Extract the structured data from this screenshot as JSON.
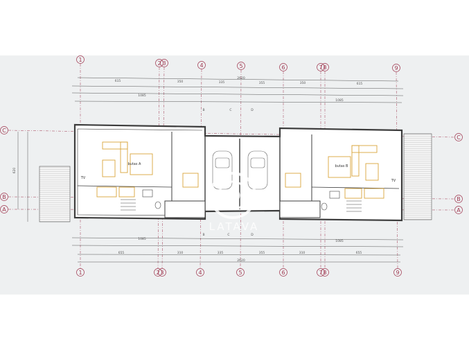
{
  "axes": {
    "vertical": [
      "1",
      "2",
      "3",
      "4",
      "5",
      "6",
      "7",
      "8",
      "9"
    ],
    "horizontal": [
      "C",
      "B",
      "A"
    ]
  },
  "dimensions": {
    "top_segments": [
      "615",
      "350",
      "335",
      "355",
      "350",
      "615"
    ],
    "top_total": "2620",
    "top_inner": "1085",
    "bottom_segments": [
      "655",
      "310",
      "335",
      "355",
      "310",
      "655"
    ],
    "bottom_total": "2620",
    "bottom_inner": "1085",
    "left_height": "620"
  },
  "rooms": {
    "unit_a": "butas A",
    "unit_b": "butas B",
    "tv_a": "TV",
    "tv_b": "TV"
  },
  "section_marks": [
    "B",
    "C",
    "D"
  ],
  "watermark": "LATAVA",
  "colors": {
    "axis": "#a13a52",
    "wall": "#3c3c3c",
    "furniture": "#d9a53a",
    "sheet": "#eef0f1"
  }
}
